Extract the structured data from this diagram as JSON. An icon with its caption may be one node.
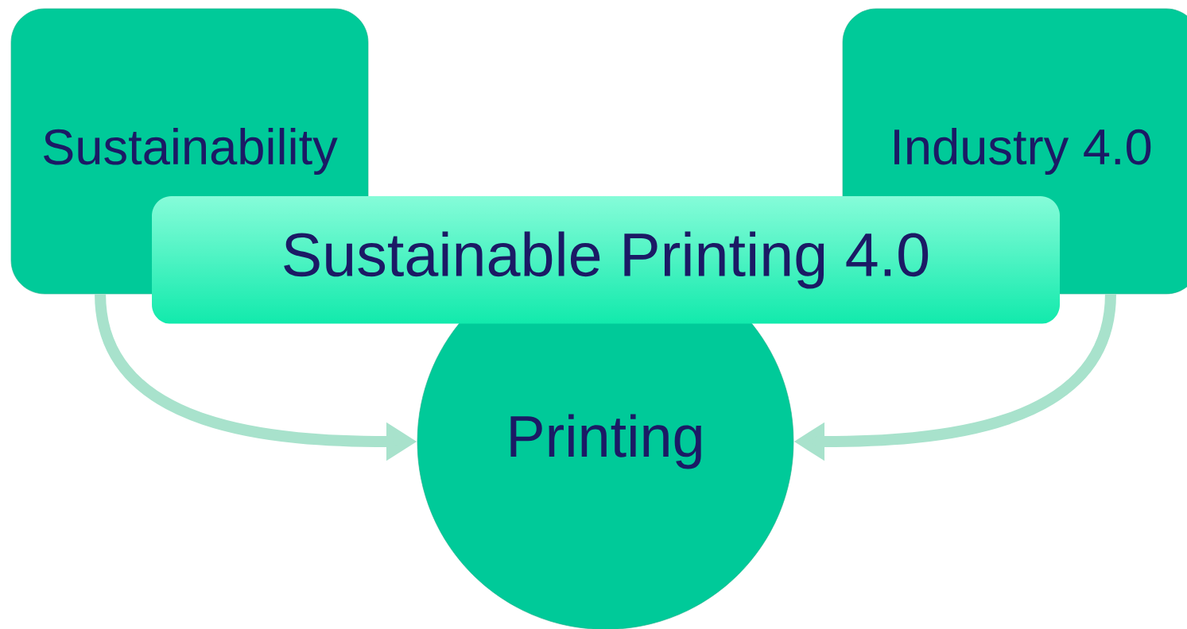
{
  "diagram": {
    "nodes": [
      {
        "text": [
          "Sustainability"
        ]
      },
      {
        "text": [
          "Industry 4.0"
        ]
      },
      {
        "text": [
          "Sustainable Printing 4.0"
        ]
      },
      {
        "text": [
          "Printing"
        ]
      }
    ],
    "edges": [
      {
        "from": 0,
        "to": 3,
        "arrow": "to",
        "color": "#a8e2cc"
      },
      {
        "from": 1,
        "to": 3,
        "arrow": "to",
        "color": "#a8e2cc"
      }
    ]
  }
}
